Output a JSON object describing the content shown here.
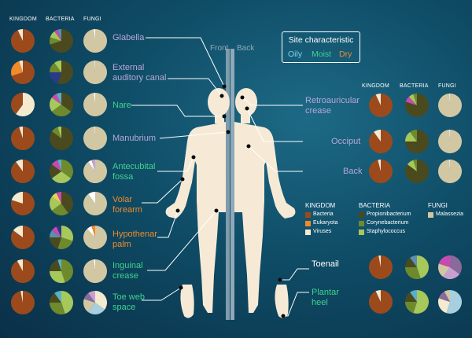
{
  "colors": {
    "oily": "#7fd3e8",
    "moist": "#3fd38f",
    "dry": "#f08a2a",
    "site_label_grey": "#b7a8d6",
    "bacteria": "#9c4a1c",
    "eukaryota": "#f08a2a",
    "viruses": "#f4ead0",
    "propionibacterium": "#4a4a1e",
    "corynebacterium": "#6e8a2c",
    "staphylococcus": "#a7c85a",
    "malassezia": "#d2c7a3"
  },
  "column_headers": {
    "kingdom": "KINGDOM",
    "bacteria": "BACTERIA",
    "fungi": "FUNGI"
  },
  "divider": {
    "front": "Front",
    "back": "Back"
  },
  "site_characteristic": {
    "title": "Site characteristic",
    "oily": "Oily",
    "moist": "Moist",
    "dry": "Dry"
  },
  "key": {
    "kingdom_title": "KINGDOM",
    "kingdom_items": [
      "Bacteria",
      "Eukaryota",
      "Viruses"
    ],
    "bacteria_title": "BACTERIA",
    "bacteria_items": [
      "Propionibacterium",
      "Corynebacterium",
      "Staphylococcus"
    ],
    "fungi_title": "FUNGI",
    "fungi_items": [
      "Malassezia"
    ]
  },
  "sites": [
    {
      "lines": [
        "Glabella"
      ],
      "type": "oily",
      "side": "left",
      "kingdom": [
        {
          "v": 0.93,
          "c": "bacteria"
        },
        {
          "v": 0.07,
          "c": "viruses"
        }
      ],
      "bacteria": [
        {
          "v": 0.7,
          "c": "propionibacterium"
        },
        {
          "v": 0.1,
          "c": "corynebacterium"
        },
        {
          "v": 0.1,
          "c": "staphylococcus"
        },
        {
          "v": 0.05,
          "c": "#c84ab0"
        },
        {
          "v": 0.05,
          "c": "#5a8fb0"
        }
      ],
      "fungi": [
        {
          "v": 0.98,
          "c": "malassezia"
        },
        {
          "v": 0.02,
          "c": "#ffffff"
        }
      ]
    },
    {
      "lines": [
        "External",
        "auditory canal"
      ],
      "type": "oily",
      "side": "left",
      "kingdom": [
        {
          "v": 0.7,
          "c": "bacteria"
        },
        {
          "v": 0.25,
          "c": "eukaryota"
        },
        {
          "v": 0.05,
          "c": "viruses"
        }
      ],
      "bacteria": [
        {
          "v": 0.55,
          "c": "propionibacterium"
        },
        {
          "v": 0.2,
          "c": "#2a3a8a"
        },
        {
          "v": 0.15,
          "c": "corynebacterium"
        },
        {
          "v": 0.1,
          "c": "staphylococcus"
        }
      ],
      "fungi": [
        {
          "v": 0.99,
          "c": "malassezia"
        },
        {
          "v": 0.01,
          "c": "#ffffff"
        }
      ]
    },
    {
      "lines": [
        "Nare"
      ],
      "type": "moist",
      "side": "left",
      "kingdom": [
        {
          "v": 0.6,
          "c": "viruses"
        },
        {
          "v": 0.4,
          "c": "bacteria"
        }
      ],
      "bacteria": [
        {
          "v": 0.35,
          "c": "propionibacterium"
        },
        {
          "v": 0.3,
          "c": "corynebacterium"
        },
        {
          "v": 0.2,
          "c": "staphylococcus"
        },
        {
          "v": 0.08,
          "c": "#c84ab0"
        },
        {
          "v": 0.07,
          "c": "#5ab0c8"
        }
      ],
      "fungi": [
        {
          "v": 0.98,
          "c": "malassezia"
        },
        {
          "v": 0.02,
          "c": "#ffffff"
        }
      ]
    },
    {
      "lines": [
        "Manubrium"
      ],
      "type": "oily",
      "side": "left",
      "kingdom": [
        {
          "v": 0.95,
          "c": "bacteria"
        },
        {
          "v": 0.05,
          "c": "viruses"
        }
      ],
      "bacteria": [
        {
          "v": 0.85,
          "c": "propionibacterium"
        },
        {
          "v": 0.1,
          "c": "corynebacterium"
        },
        {
          "v": 0.05,
          "c": "staphylococcus"
        }
      ],
      "fungi": [
        {
          "v": 0.99,
          "c": "malassezia"
        },
        {
          "v": 0.01,
          "c": "#ffffff"
        }
      ]
    },
    {
      "lines": [
        "Antecubital",
        "fossa"
      ],
      "type": "moist",
      "side": "left",
      "kingdom": [
        {
          "v": 0.9,
          "c": "bacteria"
        },
        {
          "v": 0.1,
          "c": "viruses"
        }
      ],
      "bacteria": [
        {
          "v": 0.35,
          "c": "corynebacterium"
        },
        {
          "v": 0.3,
          "c": "staphylococcus"
        },
        {
          "v": 0.2,
          "c": "propionibacterium"
        },
        {
          "v": 0.1,
          "c": "#c84ab0"
        },
        {
          "v": 0.05,
          "c": "#5ab0c8"
        }
      ],
      "fungi": [
        {
          "v": 0.9,
          "c": "malassezia"
        },
        {
          "v": 0.05,
          "c": "#ffffff"
        },
        {
          "v": 0.05,
          "c": "#c8a0d0"
        }
      ]
    },
    {
      "lines": [
        "Volar",
        "forearm"
      ],
      "type": "dry",
      "side": "left",
      "kingdom": [
        {
          "v": 0.8,
          "c": "bacteria"
        },
        {
          "v": 0.2,
          "c": "viruses"
        }
      ],
      "bacteria": [
        {
          "v": 0.4,
          "c": "propionibacterium"
        },
        {
          "v": 0.25,
          "c": "corynebacterium"
        },
        {
          "v": 0.2,
          "c": "staphylococcus"
        },
        {
          "v": 0.08,
          "c": "#e8d050"
        },
        {
          "v": 0.07,
          "c": "#c84ab0"
        }
      ],
      "fungi": [
        {
          "v": 0.9,
          "c": "malassezia"
        },
        {
          "v": 0.1,
          "c": "#ffffff"
        }
      ]
    },
    {
      "lines": [
        "Hypothenar",
        "palm"
      ],
      "type": "dry",
      "side": "left",
      "kingdom": [
        {
          "v": 0.85,
          "c": "bacteria"
        },
        {
          "v": 0.15,
          "c": "viruses"
        }
      ],
      "bacteria": [
        {
          "v": 0.3,
          "c": "staphylococcus"
        },
        {
          "v": 0.25,
          "c": "corynebacterium"
        },
        {
          "v": 0.2,
          "c": "propionibacterium"
        },
        {
          "v": 0.1,
          "c": "#5a8fb0"
        },
        {
          "v": 0.08,
          "c": "#c84ab0"
        },
        {
          "v": 0.07,
          "c": "#2a3a8a"
        }
      ],
      "fungi": [
        {
          "v": 0.88,
          "c": "malassezia"
        },
        {
          "v": 0.07,
          "c": "#ffffff"
        },
        {
          "v": 0.05,
          "c": "#f08a2a"
        }
      ]
    },
    {
      "lines": [
        "Inguinal",
        "crease"
      ],
      "type": "moist",
      "side": "left",
      "kingdom": [
        {
          "v": 0.92,
          "c": "bacteria"
        },
        {
          "v": 0.08,
          "c": "viruses"
        }
      ],
      "bacteria": [
        {
          "v": 0.45,
          "c": "corynebacterium"
        },
        {
          "v": 0.3,
          "c": "staphylococcus"
        },
        {
          "v": 0.2,
          "c": "propionibacterium"
        },
        {
          "v": 0.05,
          "c": "#5ab0c8"
        }
      ],
      "fungi": [
        {
          "v": 0.98,
          "c": "malassezia"
        },
        {
          "v": 0.02,
          "c": "#ffffff"
        }
      ]
    },
    {
      "lines": [
        "Toe web",
        "space"
      ],
      "type": "moist",
      "side": "left",
      "kingdom": [
        {
          "v": 0.97,
          "c": "bacteria"
        },
        {
          "v": 0.03,
          "c": "viruses"
        }
      ],
      "bacteria": [
        {
          "v": 0.45,
          "c": "staphylococcus"
        },
        {
          "v": 0.3,
          "c": "corynebacterium"
        },
        {
          "v": 0.15,
          "c": "propionibacterium"
        },
        {
          "v": 0.1,
          "c": "#5ab0c8"
        }
      ],
      "fungi": [
        {
          "v": 0.35,
          "c": "#f4ead0"
        },
        {
          "v": 0.25,
          "c": "#a8cfe0"
        },
        {
          "v": 0.2,
          "c": "malassezia"
        },
        {
          "v": 0.1,
          "c": "#8a6a9c"
        },
        {
          "v": 0.1,
          "c": "#c8a0d0"
        }
      ]
    },
    {
      "lines": [
        "Retroauricular",
        "crease"
      ],
      "type": "oily",
      "side": "right",
      "kingdom": [
        {
          "v": 0.93,
          "c": "bacteria"
        },
        {
          "v": 0.07,
          "c": "viruses"
        }
      ],
      "bacteria": [
        {
          "v": 0.8,
          "c": "propionibacterium"
        },
        {
          "v": 0.08,
          "c": "#c84ab0"
        },
        {
          "v": 0.07,
          "c": "staphylococcus"
        },
        {
          "v": 0.05,
          "c": "corynebacterium"
        }
      ],
      "fungi": [
        {
          "v": 0.99,
          "c": "malassezia"
        },
        {
          "v": 0.01,
          "c": "#ffffff"
        }
      ]
    },
    {
      "lines": [
        "Occiput"
      ],
      "type": "oily",
      "side": "right",
      "kingdom": [
        {
          "v": 0.9,
          "c": "bacteria"
        },
        {
          "v": 0.1,
          "c": "viruses"
        }
      ],
      "bacteria": [
        {
          "v": 0.75,
          "c": "propionibacterium"
        },
        {
          "v": 0.15,
          "c": "staphylococcus"
        },
        {
          "v": 0.1,
          "c": "corynebacterium"
        }
      ],
      "fungi": [
        {
          "v": 0.99,
          "c": "malassezia"
        },
        {
          "v": 0.01,
          "c": "#ffffff"
        }
      ]
    },
    {
      "lines": [
        "Back"
      ],
      "type": "oily",
      "side": "right",
      "kingdom": [
        {
          "v": 0.96,
          "c": "bacteria"
        },
        {
          "v": 0.04,
          "c": "viruses"
        }
      ],
      "bacteria": [
        {
          "v": 0.85,
          "c": "propionibacterium"
        },
        {
          "v": 0.1,
          "c": "staphylococcus"
        },
        {
          "v": 0.05,
          "c": "corynebacterium"
        }
      ],
      "fungi": [
        {
          "v": 0.99,
          "c": "malassezia"
        },
        {
          "v": 0.01,
          "c": "#ffffff"
        }
      ]
    },
    {
      "lines": [
        "Toenail"
      ],
      "type": "dry",
      "side": "right",
      "kingdom": [
        {
          "v": 0.97,
          "c": "bacteria"
        },
        {
          "v": 0.03,
          "c": "viruses"
        }
      ],
      "bacteria": [
        {
          "v": 0.45,
          "c": "staphylococcus"
        },
        {
          "v": 0.3,
          "c": "corynebacterium"
        },
        {
          "v": 0.15,
          "c": "propionibacterium"
        },
        {
          "v": 0.1,
          "c": "#5a8fb0"
        }
      ],
      "fungi": [
        {
          "v": 0.35,
          "c": "#8a6a9c"
        },
        {
          "v": 0.25,
          "c": "#c8a0d0"
        },
        {
          "v": 0.2,
          "c": "malassezia"
        },
        {
          "v": 0.2,
          "c": "#c84ab0"
        }
      ]
    },
    {
      "lines": [
        "Plantar",
        "heel"
      ],
      "type": "moist",
      "side": "right",
      "kingdom": [
        {
          "v": 0.93,
          "c": "bacteria"
        },
        {
          "v": 0.07,
          "c": "viruses"
        }
      ],
      "bacteria": [
        {
          "v": 0.55,
          "c": "staphylococcus"
        },
        {
          "v": 0.2,
          "c": "corynebacterium"
        },
        {
          "v": 0.15,
          "c": "propionibacterium"
        },
        {
          "v": 0.1,
          "c": "#5ab0c8"
        }
      ],
      "fungi": [
        {
          "v": 0.55,
          "c": "#a8cfe0"
        },
        {
          "v": 0.25,
          "c": "#f4ead0"
        },
        {
          "v": 0.12,
          "c": "#8a6a9c"
        },
        {
          "v": 0.08,
          "c": "malassezia"
        }
      ]
    }
  ]
}
